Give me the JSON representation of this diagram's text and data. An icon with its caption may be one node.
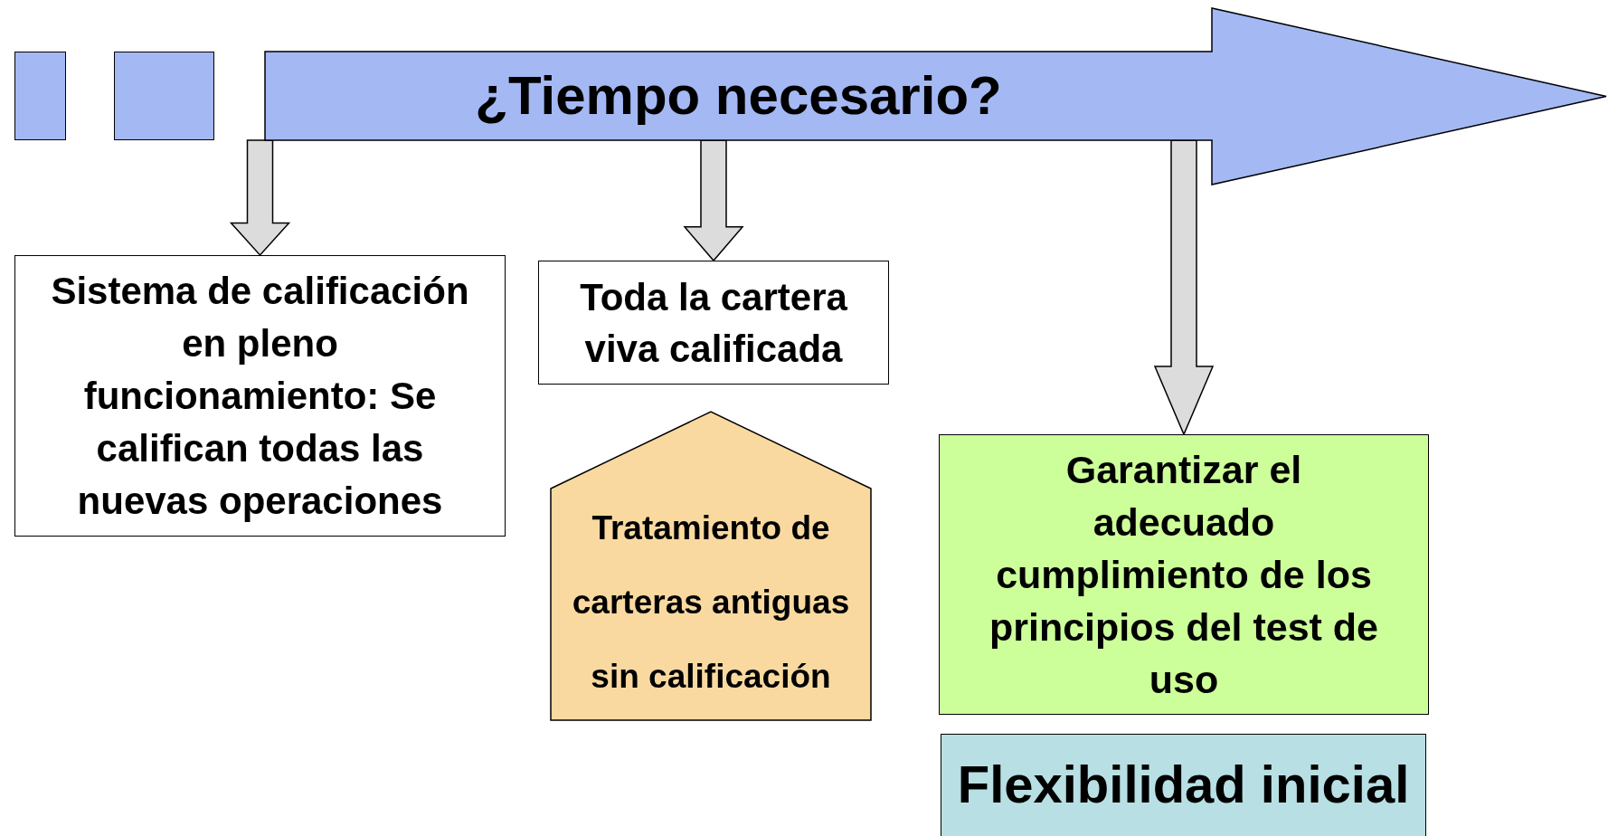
{
  "diagram": {
    "nodes": [
      {
        "text": [],
        "shape": "box"
      },
      {
        "text": [],
        "shape": "box"
      },
      {
        "text": [
          "¿Tiempo necesario?"
        ]
      },
      {
        "text": [
          "Sistema de calificación en pleno funcionamiento: Se califican todas las nuevas operaciones"
        ]
      },
      {
        "text": [
          "Toda la cartera viva calificada"
        ]
      },
      {
        "text": [
          "Tratamiento de carteras antiguas sin calificación"
        ]
      },
      {
        "text": [
          "Garantizar el adecuado cumplimiento de los principios del test de uso"
        ]
      },
      {
        "text": [
          "Flexibilidad inicial"
        ]
      }
    ],
    "edges": [
      {
        "from": 2,
        "to": 3,
        "arrow": "to"
      },
      {
        "from": 2,
        "to": 4,
        "arrow": "to"
      },
      {
        "from": 2,
        "to": 6,
        "arrow": "to"
      }
    ]
  }
}
